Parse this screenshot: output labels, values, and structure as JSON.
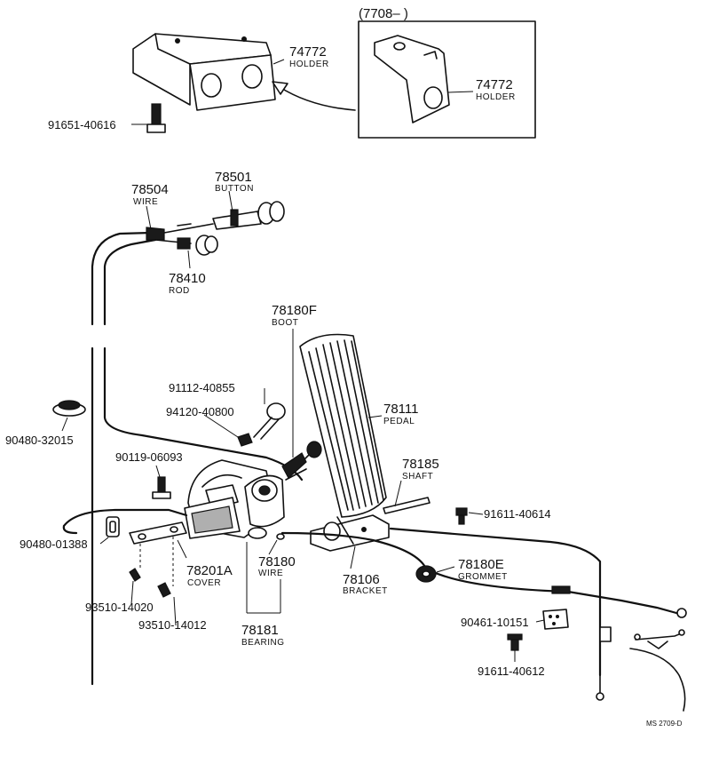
{
  "labels": {
    "year_range": "(7708–      )",
    "holder_main_num": "74772",
    "holder_main_name": "HOLDER",
    "holder_inset_num": "74772",
    "holder_inset_name": "HOLDER",
    "bolt_holder": "91651-40616",
    "button_num": "78501",
    "button_name": "BUTTON",
    "wire_top_num": "78504",
    "wire_top_name": "WIRE",
    "rod_num": "78410",
    "rod_name": "ROD",
    "boot_num": "78180F",
    "boot_name": "BOOT",
    "bolt_a": "91112-40855",
    "nut_a": "94120-40800",
    "pedal_num": "78111",
    "pedal_name": "PEDAL",
    "grommet_left": "90480-32015",
    "bolt_b": "90119-06093",
    "shaft_num": "78185",
    "shaft_name": "SHAFT",
    "bolt_c": "91611-40614",
    "grommet_b": "90480-01388",
    "cover_num": "78201A",
    "cover_name": "COVER",
    "wire_mid_num": "78180",
    "wire_mid_name": "WIRE",
    "bracket_num": "78106",
    "bracket_name": "BRACKET",
    "grommet_e_num": "78180E",
    "grommet_e_name": "GROMMET",
    "screw_a": "93510-14020",
    "screw_b": "93510-14012",
    "bearing_num": "78181",
    "bearing_name": "BEARING",
    "clip": "90461-10151",
    "bolt_d": "91611-40612",
    "figure_code": "MS  2709-D"
  }
}
